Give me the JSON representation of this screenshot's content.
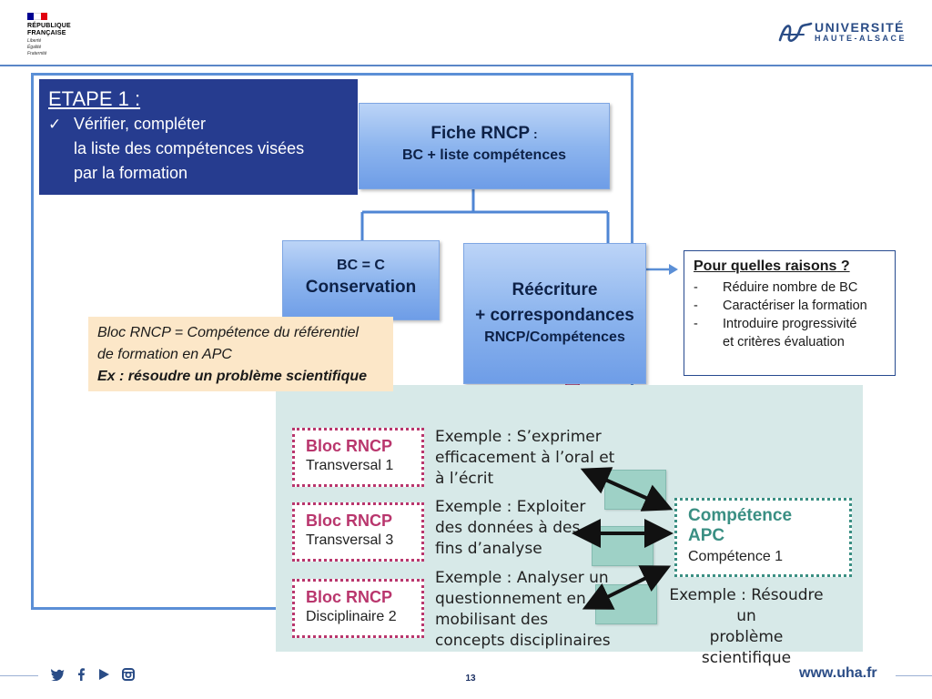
{
  "header": {
    "rf_line1": "RÉPUBLIQUE",
    "rf_line2": "FRANÇAISE",
    "rf_motto1": "Liberté",
    "rf_motto2": "Égalité",
    "rf_motto3": "Fraternité",
    "uha_line1": "UNIVERSITÉ",
    "uha_line2": "HAUTE-ALSACE",
    "colors": {
      "flag_blue": "#000091",
      "flag_white": "#ffffff",
      "flag_red": "#e1000f",
      "uha_blue": "#2a4c86"
    }
  },
  "etape": {
    "title": "ETAPE 1 ",
    "title_colon": ":",
    "check_icon": "✓",
    "lines": [
      "Vérifier, compléter",
      "la liste des compétences visées",
      "par la formation"
    ]
  },
  "fiche": {
    "title": "Fiche RNCP",
    "colon": " :",
    "subtitle": "BC + liste compétences"
  },
  "bc": {
    "line1": "BC = C",
    "line2": "Conservation"
  },
  "reecriture": {
    "line1": "Réécriture",
    "line2": "+ correspondances",
    "line3": "RNCP/Compétences"
  },
  "raisons": {
    "title": "Pour quelles raisons",
    "title_suffix": " ?",
    "items": [
      "Réduire nombre de BC",
      "Caractériser la formation",
      "Introduire progressivité"
    ],
    "item3_cont": "et critères évaluation",
    "dash": "-"
  },
  "bloc_def": {
    "line1": "Bloc RNCP = Compétence du référentiel",
    "line2": "de formation en APC",
    "line3": "Ex : résoudre un problème scientifique"
  },
  "panel": {
    "blocs": [
      {
        "title": "Bloc RNCP",
        "sub": "Transversal 1"
      },
      {
        "title": "Bloc RNCP",
        "sub": "Transversal 3"
      },
      {
        "title": "Bloc RNCP",
        "sub": "Disciplinaire 2"
      }
    ],
    "examples": [
      [
        "Exemple : S’exprimer",
        "efficacement à l’oral et",
        "à l’écrit"
      ],
      [
        "Exemple : Exploiter",
        "des données à des",
        "fins d’analyse"
      ],
      [
        "Exemple : Analyser un",
        "questionnement en",
        "mobilisant des",
        "concepts disciplinaires"
      ]
    ],
    "apc": {
      "line1": "Compétence",
      "line2": "APC",
      "sub": "Compétence 1"
    },
    "apc_example": [
      "Exemple : Résoudre un",
      "problème scientifique"
    ],
    "colors": {
      "panel_bg": "#d7e9e8",
      "bloc_pink": "#b9366d",
      "apc_teal": "#3a8f83",
      "sticky": "#9ed1c6"
    }
  },
  "footer": {
    "page_number": "13",
    "website": "www.uha.fr",
    "social_icons": [
      "twitter-icon",
      "facebook-icon",
      "youtube-icon",
      "instagram-icon"
    ]
  }
}
